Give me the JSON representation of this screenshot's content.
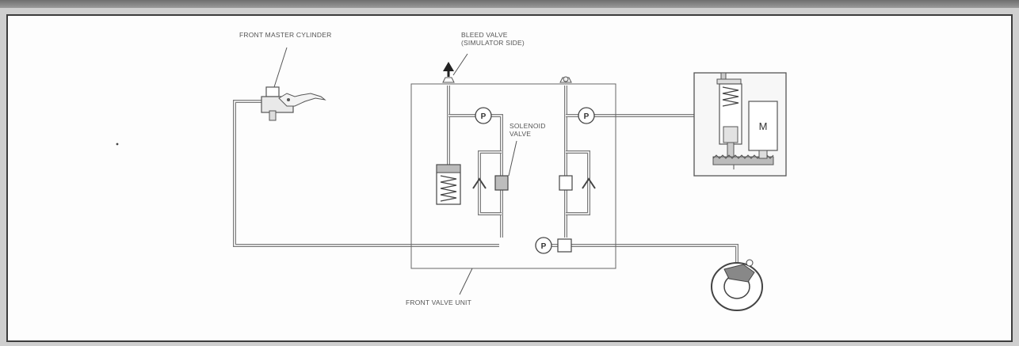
{
  "labels": {
    "front_master_cylinder": "FRONT MASTER CYLINDER",
    "bleed_valve_line1": "BLEED VALVE",
    "bleed_valve_line2": "(SIMULATOR SIDE)",
    "solenoid_valve_line1": "SOLENOID",
    "solenoid_valve_line2": "VALVE",
    "front_valve_unit": "FRONT VALVE UNIT",
    "pressure_sensor": "P",
    "motor": "M"
  }
}
